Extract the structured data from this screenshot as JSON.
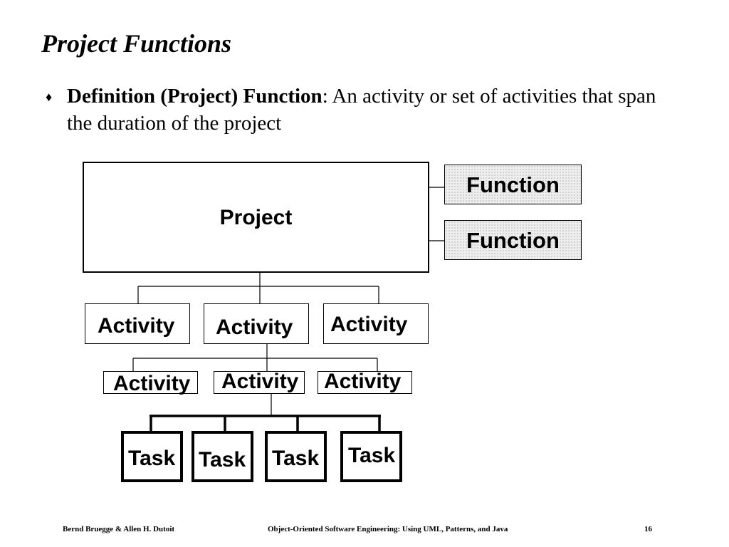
{
  "slide": {
    "title": "Project Functions",
    "bullet": {
      "term": "Definition (Project) Function",
      "separator": ":",
      "definition": " An activity or set of activities that  span the duration of the project"
    }
  },
  "diagram": {
    "project_label": "Project",
    "functions": [
      "Function",
      "Function"
    ],
    "activities_level1": [
      "Activity",
      "Activity",
      "Activity"
    ],
    "activities_level2": [
      "Activity",
      "Activity",
      "Activity"
    ],
    "tasks": [
      "Task",
      "Task",
      "Task",
      "Task"
    ],
    "function_fill": "#eeeeee"
  },
  "footer": {
    "authors": "Bernd Bruegge & Allen H. Dutoit",
    "book_title": "Object-Oriented Software Engineering: Using UML, Patterns, and Java",
    "page_number": "16"
  }
}
